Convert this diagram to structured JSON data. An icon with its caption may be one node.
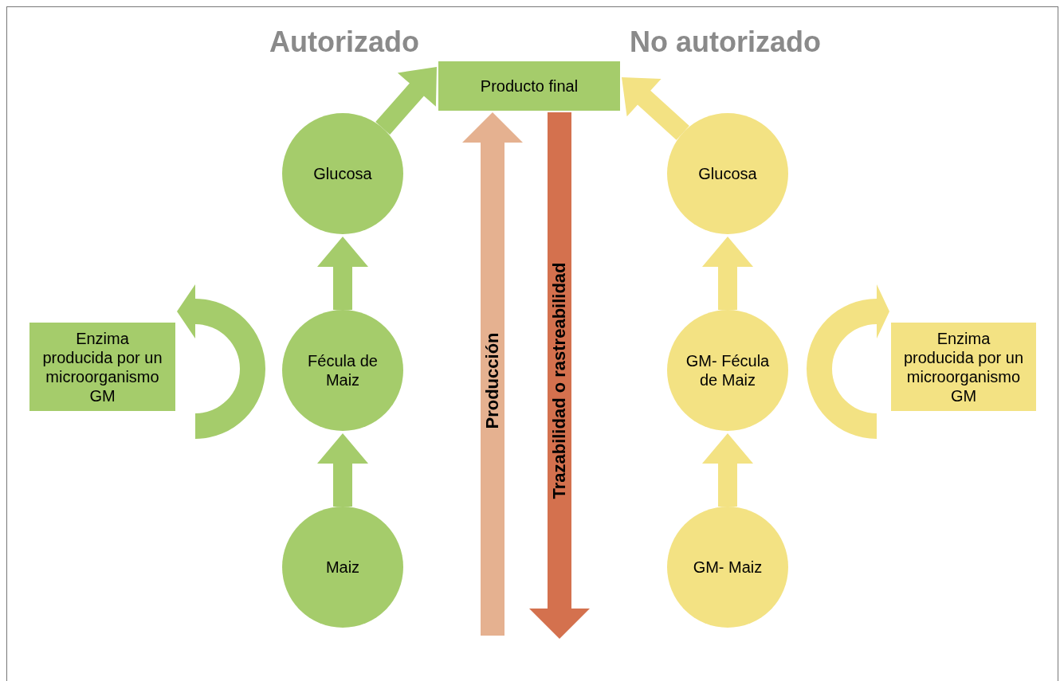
{
  "diagram": {
    "nodes": [
      {
        "text": [
          "Producto final"
        ]
      },
      {
        "text": [
          "Glucosa"
        ]
      },
      {
        "text": [
          "Fécula de Maiz"
        ]
      },
      {
        "text": [
          "Maiz"
        ]
      },
      {
        "text": [
          "Enzima producida por un microorganismo GM"
        ]
      },
      {
        "text": [
          "Glucosa"
        ]
      },
      {
        "text": [
          "GM- Fécula de Maiz"
        ]
      },
      {
        "text": [
          "GM- Maiz"
        ]
      },
      {
        "text": [
          "Enzima producida por un microorganismo GM"
        ]
      }
    ],
    "edges": [
      {
        "from": 3,
        "to": 2,
        "arrow": "to",
        "color": "#a5cc6b"
      },
      {
        "from": 2,
        "to": 1,
        "arrow": "to",
        "color": "#a5cc6b"
      },
      {
        "from": 1,
        "to": 0,
        "arrow": "to",
        "color": "#a5cc6b"
      },
      {
        "from": null,
        "to": 4,
        "arrow": "to",
        "color": "#a5cc6b"
      },
      {
        "from": 7,
        "to": 6,
        "arrow": "to",
        "color": "#f3e283"
      },
      {
        "from": 6,
        "to": 5,
        "arrow": "to",
        "color": "#f3e283"
      },
      {
        "from": 5,
        "to": 0,
        "arrow": "to",
        "color": "#f3e283"
      },
      {
        "from": null,
        "to": 8,
        "arrow": "to",
        "color": "#f3e283"
      },
      {
        "from": null,
        "to": 0,
        "arrow": "to",
        "label": "Producción",
        "color": "#e5b190"
      },
      {
        "from": 0,
        "to": null,
        "arrow": "to",
        "label": "Trazabilidad o rastreabilidad",
        "color": "#d4714e"
      }
    ],
    "labels": [
      "Autorizado",
      "No autorizado"
    ]
  }
}
